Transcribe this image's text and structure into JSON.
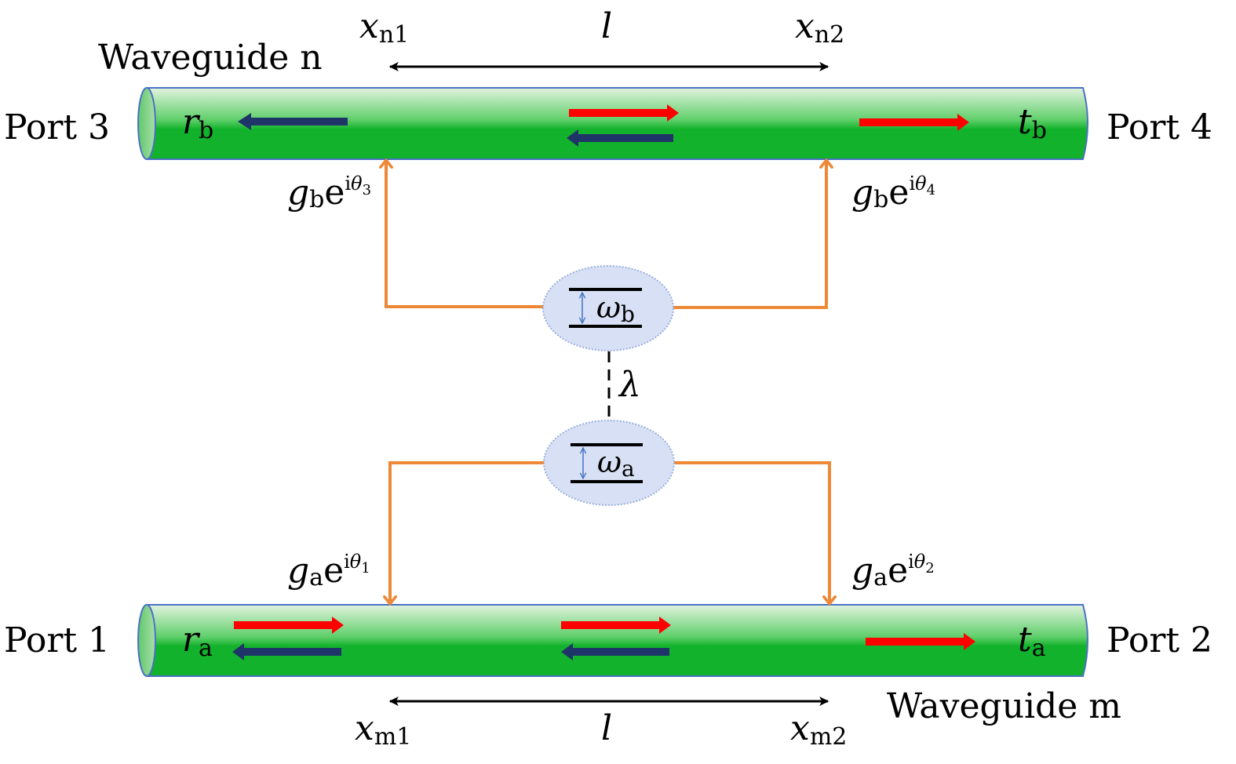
{
  "colors": {
    "waveguide_dark": "#12b22c",
    "waveguide_light": "#d8efd6",
    "waveguide_edge": "#4a72c4",
    "forward_arrow": "#ff0000",
    "backward_arrow": "#1f3468",
    "coupling_line": "#ed8936",
    "atom_fill": "#d7e0f4",
    "atom_border": "#9ab0dc",
    "transition_arrow": "#4472c4",
    "length_arrow": "#000000"
  },
  "waveguide_n": {
    "label": "Waveguide n",
    "left_port": "Port 3",
    "right_port": "Port 4",
    "reflection": {
      "symbol": "r",
      "sub": "b"
    },
    "transmission": {
      "symbol": "t",
      "sub": "b"
    },
    "x_left": {
      "symbol": "x",
      "sub": "n1"
    },
    "x_right": {
      "symbol": "x",
      "sub": "n2"
    },
    "length": "l"
  },
  "waveguide_m": {
    "label": "Waveguide m",
    "left_port": "Port 1",
    "right_port": "Port 2",
    "reflection": {
      "symbol": "r",
      "sub": "a"
    },
    "transmission": {
      "symbol": "t",
      "sub": "a"
    },
    "x_left": {
      "symbol": "x",
      "sub": "m1"
    },
    "x_right": {
      "symbol": "x",
      "sub": "m2"
    },
    "length": "l"
  },
  "couplings": {
    "g3": {
      "g": "g",
      "gsub": "b",
      "e": "e",
      "i": "i",
      "theta": "θ",
      "tsub": "3"
    },
    "g4": {
      "g": "g",
      "gsub": "b",
      "e": "e",
      "i": "i",
      "theta": "θ",
      "tsub": "4"
    },
    "g1": {
      "g": "g",
      "gsub": "a",
      "e": "e",
      "i": "i",
      "theta": "θ",
      "tsub": "1"
    },
    "g2": {
      "g": "g",
      "gsub": "a",
      "e": "e",
      "i": "i",
      "theta": "θ",
      "tsub": "2"
    }
  },
  "atoms": {
    "b": {
      "symbol": "ω",
      "sub": "b"
    },
    "a": {
      "symbol": "ω",
      "sub": "a"
    }
  },
  "interaction": {
    "symbol": "λ"
  }
}
